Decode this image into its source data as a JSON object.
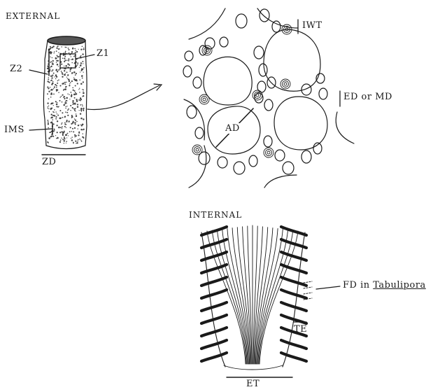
{
  "sections": {
    "external": "EXTERNAL",
    "internal": "INTERNAL"
  },
  "external_labels": {
    "z1": "Z1",
    "z2": "Z2",
    "ims": "IMS",
    "zd": "ZD"
  },
  "detail_labels": {
    "iwt": "IWT",
    "ed_md": "ED or MD",
    "ad": "AD"
  },
  "internal_labels": {
    "fd_prefix": "FD in",
    "fd_genus": "Tabulipora",
    "te": "TE",
    "et": "ET"
  }
}
